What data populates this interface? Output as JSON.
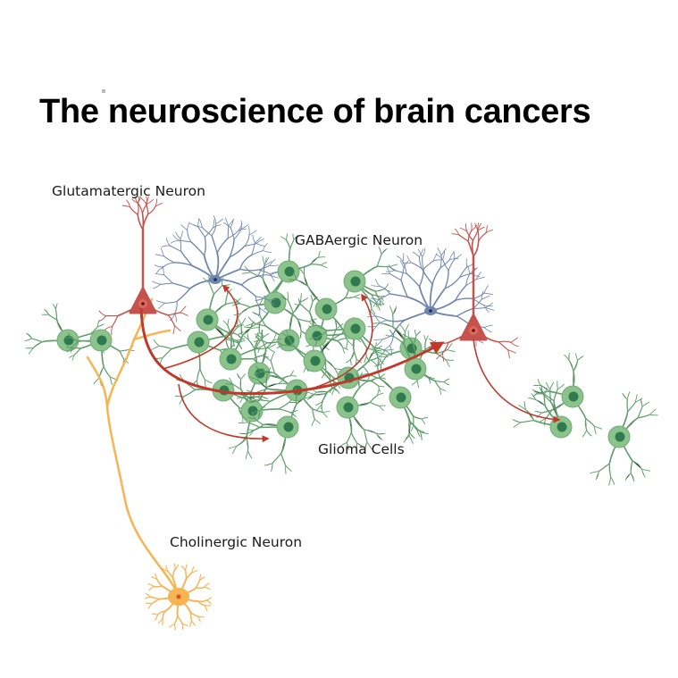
{
  "title": "The neuroscience of brain cancers",
  "labels": {
    "glutamatergic": "Glutamatergic Neuron",
    "gabaergic": "GABAergic Neuron",
    "glioma": "Glioma Cells",
    "cholinergic": "Cholinergic Neuron"
  },
  "colors": {
    "glutamatergic": "#c5524c",
    "gabaergic": "#6f86ad",
    "glioma_fill": "#8cc38c",
    "glioma_nucleus": "#2f7a4e",
    "glioma_process": "#5e9e6a",
    "cholinergic": "#f7b453",
    "arrow": "#c0392b"
  }
}
